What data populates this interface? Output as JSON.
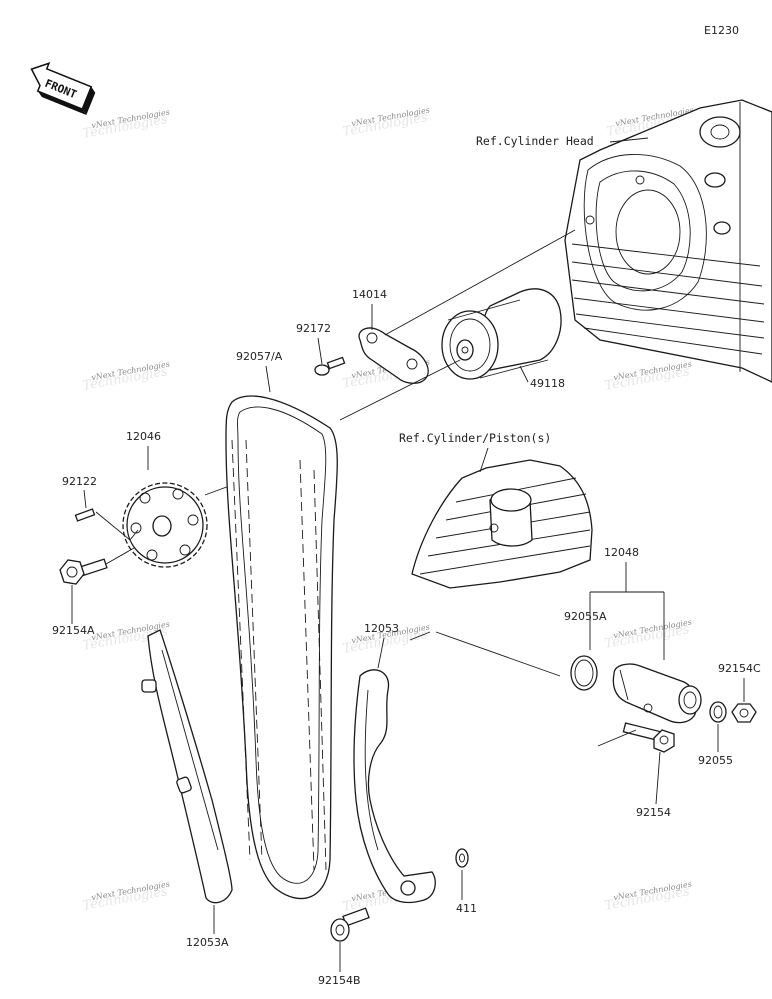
{
  "diagram_code": "E1230",
  "front_badge": "FRONT",
  "refs": {
    "cylinder_head": "Ref.Cylinder Head",
    "cylinder_piston": "Ref.Cylinder/Piston(s)"
  },
  "watermark": {
    "line1": "vNext Technologies",
    "line2": "Technologies"
  },
  "parts": {
    "p14014": "14014",
    "p92172": "92172",
    "p92057A": "92057/A",
    "p49118": "49118",
    "p12046": "12046",
    "p92122": "92122",
    "p92154A": "92154A",
    "p12048": "12048",
    "p92055A": "92055A",
    "p92154C": "92154C",
    "p12053": "12053",
    "p92055": "92055",
    "p92154": "92154",
    "p411": "411",
    "p12053A": "12053A",
    "p92154B": "92154B"
  }
}
